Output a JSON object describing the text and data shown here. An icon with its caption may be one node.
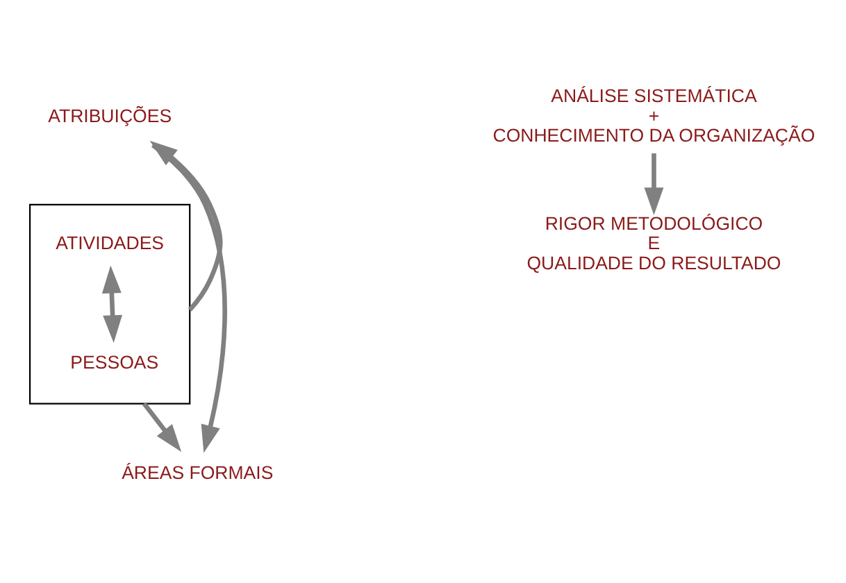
{
  "diagram": {
    "nodes": [
      {
        "text": [
          "ATRIBUIÇÕES"
        ]
      },
      {
        "text": [],
        "shape": "box"
      },
      {
        "text": [
          "ATIVIDADES"
        ],
        "in": 1
      },
      {
        "text": [
          "PESSOAS"
        ],
        "in": 1
      },
      {
        "text": [
          "ÁREAS FORMAIS"
        ]
      },
      {
        "text": [
          "ANÁLISE SISTEMÁTICA",
          "+",
          "CONHECIMENTO DA ORGANIZAÇÃO"
        ]
      },
      {
        "text": [
          "RIGOR METODOLÓGICO",
          "E",
          "QUALIDADE DO RESULTADO"
        ]
      }
    ],
    "edges": [
      {
        "from": 1,
        "to": 0,
        "arrow": "to"
      },
      {
        "from": 2,
        "to": 3,
        "arrow": "both"
      },
      {
        "from": 1,
        "to": 4,
        "arrow": "to"
      },
      {
        "from": 0,
        "to": 4,
        "arrow": "to"
      },
      {
        "from": 5,
        "to": 6,
        "arrow": "to"
      }
    ]
  }
}
